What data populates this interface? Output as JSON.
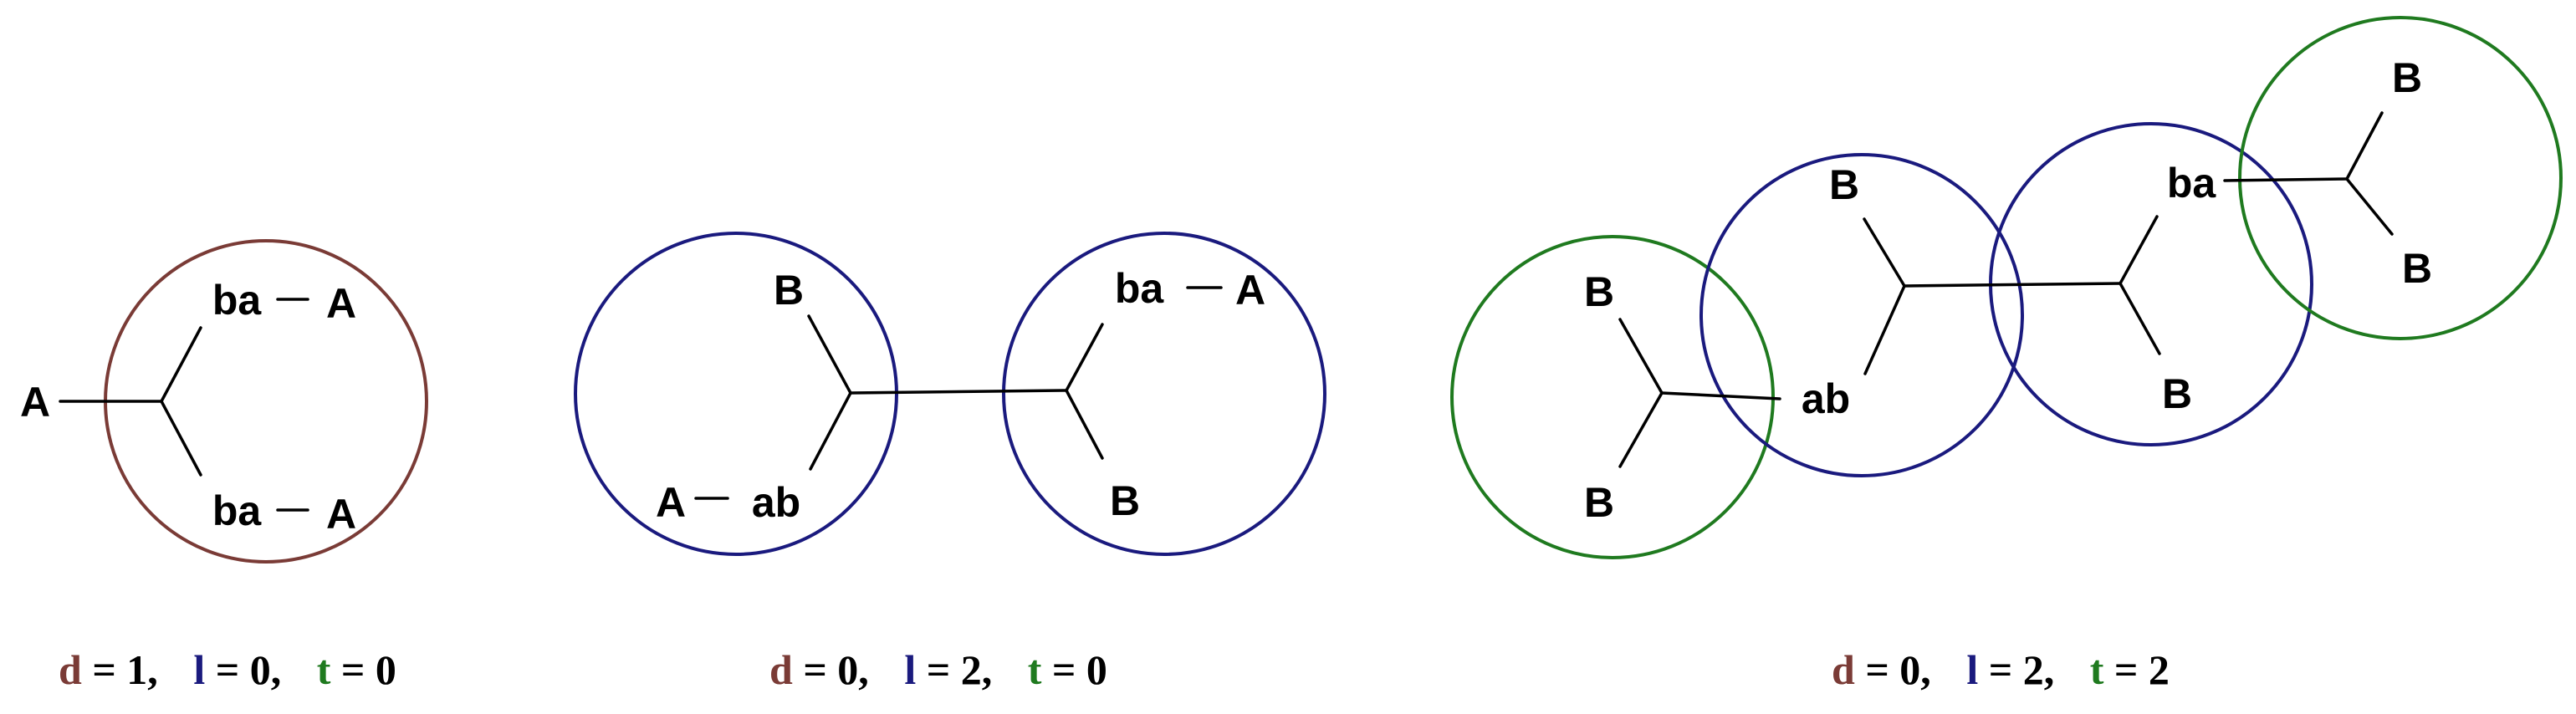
{
  "colors": {
    "d": "#7a3b36",
    "l": "#1a1a7e",
    "t": "#1f7a1f",
    "ink": "#000000"
  },
  "panel_1": {
    "labels": {
      "left_A": "A",
      "top_ba": "ba",
      "top_A": "A",
      "bottom_ba": "ba",
      "bottom_A": "A"
    },
    "caption": {
      "d_sym": "d",
      "d_val": " = 1,",
      "l_sym": "l",
      "l_val": " = 0,",
      "t_sym": "t",
      "t_val": " = 0"
    }
  },
  "panel_2": {
    "labels": {
      "left_B": "B",
      "left_A": "A",
      "left_ab": "ab",
      "right_ba": "ba",
      "right_A": "A",
      "right_B": "B"
    },
    "caption": {
      "d_sym": "d",
      "d_val": " = 0,",
      "l_sym": "l",
      "l_val": " = 2,",
      "t_sym": "t",
      "t_val": " = 0"
    }
  },
  "panel_3": {
    "labels": {
      "end1_B_top": "B",
      "end1_B_bottom": "B",
      "ab": "ab",
      "mid1_B": "B",
      "mid2_B": "B",
      "ba": "ba",
      "end2_B_top": "B",
      "end2_B_bottom": "B"
    },
    "caption": {
      "d_sym": "d",
      "d_val": " = 0,",
      "l_sym": "l",
      "l_val": " = 2,",
      "t_sym": "t",
      "t_val": " = 2"
    }
  }
}
